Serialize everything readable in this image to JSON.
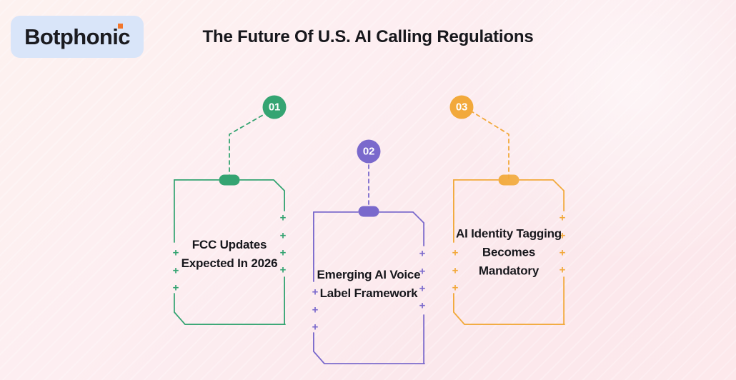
{
  "brand": {
    "logo_text": "Botphonic",
    "logo_badge_color": "#d9e5f9",
    "logo_accent_color": "#f2762b",
    "logo_text_color": "#1b1b20"
  },
  "header": {
    "title": "The Future Of U.S. AI Calling Regulations",
    "title_color": "#17171c"
  },
  "background": {
    "color_start": "#fdf2f0",
    "color_end": "#fde9ec"
  },
  "cards": [
    {
      "number": "01",
      "title": "FCC Updates Expected In 2026",
      "color": "#35a472",
      "badge_text_color": "#ffffff",
      "connector_style": "elbow-right",
      "left_plus_count": 3,
      "right_plus_count": 4
    },
    {
      "number": "02",
      "title": "Emerging AI Voice Label Framework",
      "color": "#7a69cc",
      "badge_text_color": "#ffffff",
      "connector_style": "straight",
      "left_plus_count": 3,
      "right_plus_count": 4
    },
    {
      "number": "03",
      "title": "AI Identity Tagging Becomes Mandatory",
      "color": "#f2a93b",
      "badge_text_color": "#ffffff",
      "connector_style": "elbow-left",
      "left_plus_count": 3,
      "right_plus_count": 4
    }
  ],
  "decor": {
    "plus_glyph": "+"
  }
}
